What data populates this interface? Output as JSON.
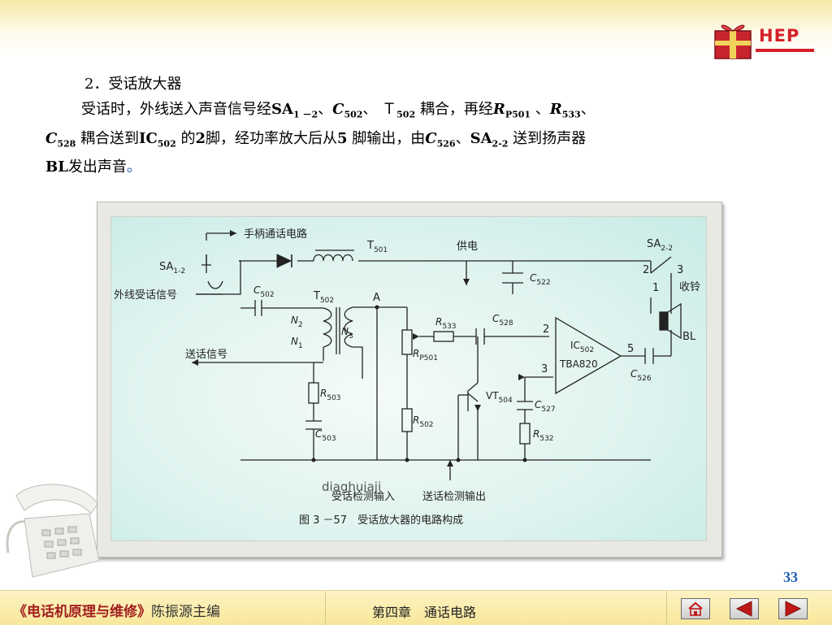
{
  "header": {
    "logo_text": "HEP"
  },
  "content": {
    "heading": "2．受话放大器",
    "para": {
      "t1": "受话时，外线送入声音信号经",
      "sa1": "SA",
      "sa1_sub": "1 －2",
      "sep1": "、",
      "c502": "C",
      "c502_sub": "502",
      "sep2": "、 ",
      "t502": "Ｔ",
      "t502_sub": "502",
      "t2": " 耦合，再经",
      "rp501": "R",
      "rp501_sub": "P501",
      "sep3": " 、",
      "r533": "R",
      "r533_sub": "533",
      "sep4": "、",
      "c528": "C",
      "c528_sub": "528",
      "t3": " 耦合送到",
      "ic502": "IC",
      "ic502_sub": "502",
      "t4": " 的",
      "pin2": "2",
      "t5": "脚，经功率放大后从",
      "pin5": "5",
      "t6": " 脚输出，由",
      "c526": "C",
      "c526_sub": "526",
      "sep5": "、",
      "sa22": "SA",
      "sa22_sub": "2-2",
      "t7": " 送到扬声器",
      "bl": "BL",
      "t8": "发出声音",
      "end": "。"
    }
  },
  "circuit": {
    "labels": {
      "handset": "手柄通话电路",
      "t501": "T",
      "t501_sub": "501",
      "power": "供电",
      "sa22": "SA",
      "sa22_sub": "2-2",
      "sa12": "SA",
      "sa12_sub": "1-2",
      "ext_signal": "外线受话信号",
      "c502": "C",
      "c502_sub": "502",
      "t502": "T",
      "t502_sub": "502",
      "node_a": "A",
      "c522": "C",
      "c522_sub": "522",
      "pin2": "2",
      "pin3": "3",
      "pin1": "1",
      "ring": "收铃",
      "n2": "N",
      "n2_sub": "2",
      "n1": "N",
      "n1_sub": "1",
      "n3": "N",
      "n3_sub": "3",
      "r533": "R",
      "r533_sub": "533",
      "c528": "C",
      "c528_sub": "528",
      "amp_pin2": "2",
      "ic502": "IC",
      "ic502_sub": "502",
      "tba820": "TBA820",
      "amp_pin5": "5",
      "bl": "BL",
      "rp501": "R",
      "rp501_sub": "P501",
      "send_signal": "送话信号",
      "amp_pin3": "3",
      "c526": "C",
      "c526_sub": "526",
      "r503": "R",
      "r503_sub": "503",
      "vt504": "VT",
      "vt504_sub": "504",
      "c527": "C",
      "c527_sub": "527",
      "r502": "R",
      "r502_sub": "502",
      "r532": "R",
      "r532_sub": "532",
      "c503": "C",
      "c503_sub": "503",
      "watermark": "diaghuiaji",
      "recv_detect_in": "受话检测输入",
      "send_detect_out": "送话检测输出",
      "caption": "图 3 －57　受话放大器的电路构成"
    }
  },
  "footer": {
    "book_open": "《",
    "book_title": "电话机原理与维修",
    "book_close": "》",
    "editor": "陈振源主编",
    "chapter": "第四章　通话电路",
    "page_number": "33"
  },
  "colors": {
    "accent": "#d6202a",
    "page_number": "#1e60b0",
    "footer_bg": "#f8e79a"
  },
  "icons": {
    "home": "home-icon",
    "prev": "prev-triangle-icon",
    "next": "next-triangle-icon",
    "logo": "gift-box-icon",
    "phone": "telephone-icon"
  }
}
